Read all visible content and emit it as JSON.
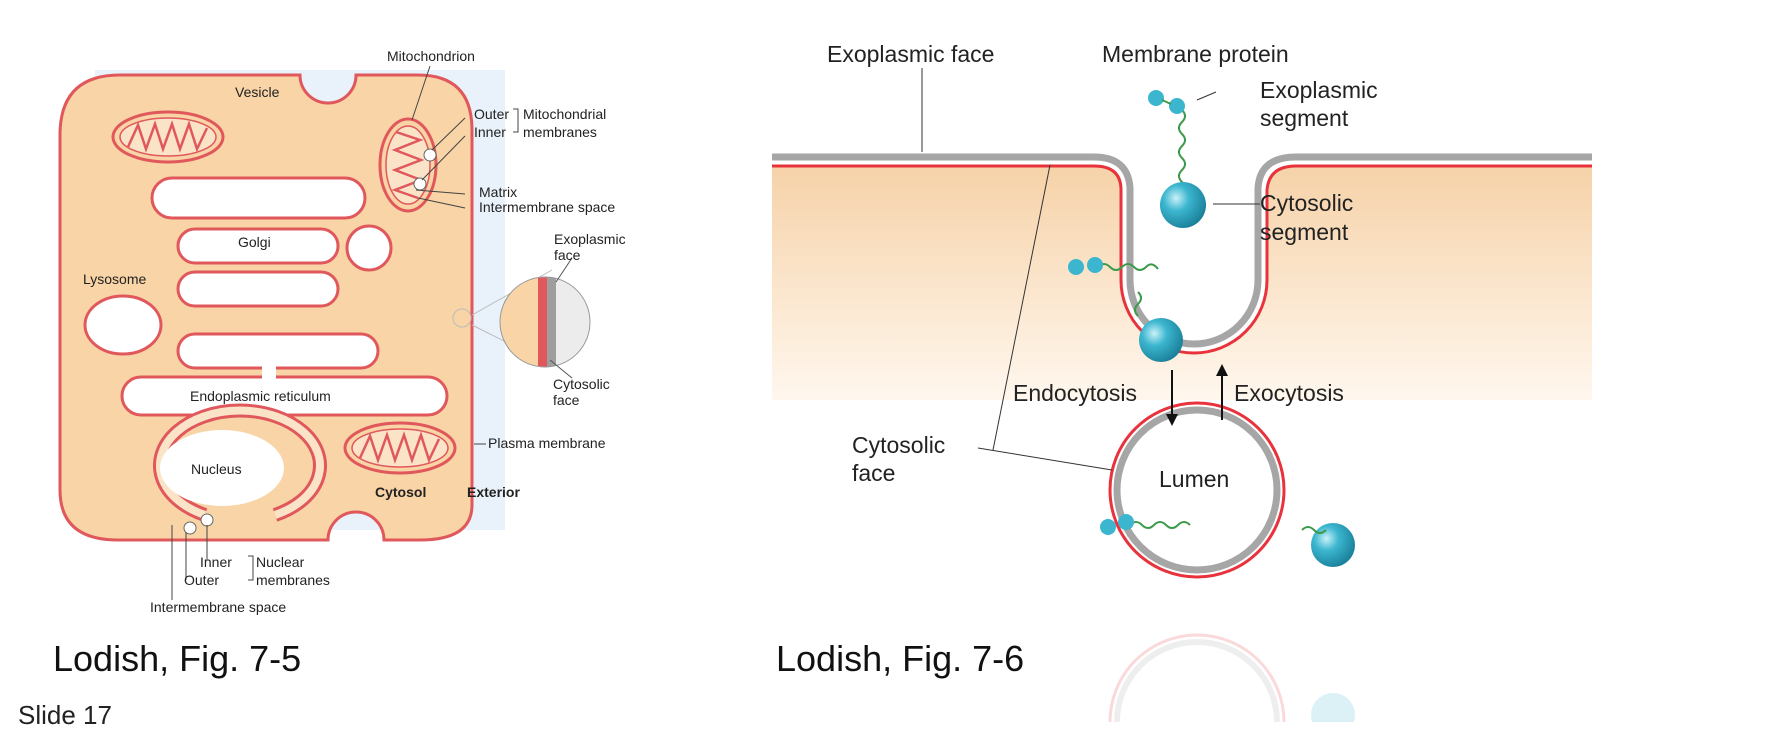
{
  "fig5": {
    "labels": {
      "vesicle": "Vesicle",
      "mitochondrion": "Mitochondrion",
      "outer": "Outer",
      "inner": "Inner",
      "mito_membranes_1": "Mitochondrial",
      "mito_membranes_2": "membranes",
      "matrix": "Matrix",
      "intermembrane_space_top": "Intermembrane space",
      "golgi": "Golgi",
      "lysosome": "Lysosome",
      "exoplasmic_face_1": "Exoplasmic",
      "exoplasmic_face_2": "face",
      "cytosolic_face_1": "Cytosolic",
      "cytosolic_face_2": "face",
      "endoplasmic_reticulum": "Endoplasmic reticulum",
      "nucleus": "Nucleus",
      "plasma_membrane": "Plasma membrane",
      "cytosol": "Cytosol",
      "exterior": "Exterior",
      "nuclear_inner": "Inner",
      "nuclear_outer": "Outer",
      "nuclear_membranes_1": "Nuclear",
      "nuclear_membranes_2": "membranes",
      "intermembrane_space_bottom": "Intermembrane space"
    },
    "colors": {
      "cytosol_fill": "#f8d4a6",
      "membrane_red": "#e0585c",
      "membrane_gray": "#b8b8b8"
    }
  },
  "fig6": {
    "labels": {
      "exoplasmic_face": "Exoplasmic face",
      "membrane_protein": "Membrane protein",
      "exoplasmic_segment_1": "Exoplasmic",
      "exoplasmic_segment_2": "segment",
      "cytosolic_segment_1": "Cytosolic",
      "cytosolic_segment_2": "segment",
      "endocytosis": "Endocytosis",
      "exocytosis": "Exocytosis",
      "cytosolic_face_1": "Cytosolic",
      "cytosolic_face_2": "face",
      "lumen": "Lumen"
    },
    "colors": {
      "cytosol_fill": "#fbe3c8",
      "membrane_red": "#e8323c",
      "membrane_gray": "#a6a6a6",
      "protein_blue": "#3cb6cf",
      "protein_green": "#3d9a4a"
    }
  },
  "captions": {
    "fig5": "Lodish, Fig. 7-5",
    "fig6": "Lodish, Fig. 7-6"
  },
  "slide": {
    "number_label": "Slide 17"
  }
}
